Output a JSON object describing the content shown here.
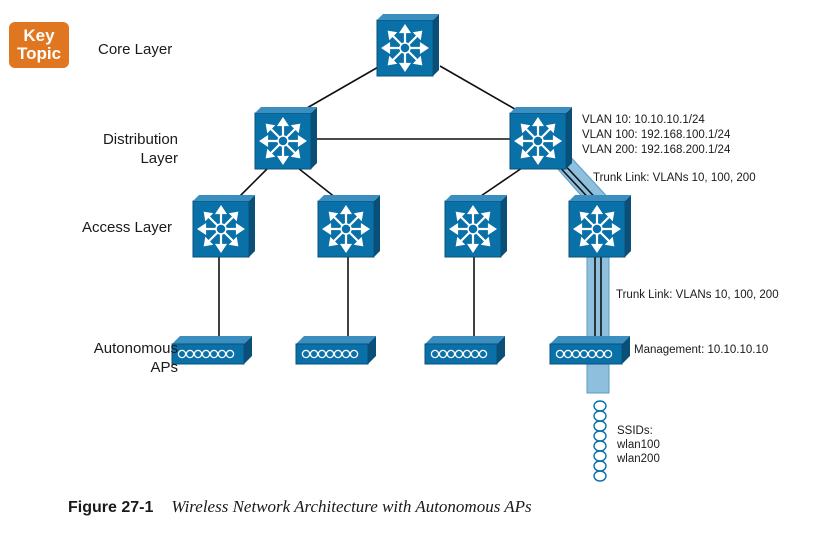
{
  "badge": {
    "line1": "Key",
    "line2": "Topic"
  },
  "layers": {
    "core": "Core Layer",
    "distribution_1": "Distribution",
    "distribution_2": "Layer",
    "access": "Access Layer",
    "aps_1": "Autonomous",
    "aps_2": "APs"
  },
  "annotations": {
    "vlan10": "VLAN 10: 10.10.10.1/24",
    "vlan100": "VLAN 100: 192.168.100.1/24",
    "vlan200": "VLAN 200: 192.168.200.1/24",
    "trunk_upper": "Trunk Link: VLANs 10, 100, 200",
    "trunk_lower": "Trunk Link: VLANs 10, 100, 200",
    "management": "Management: 10.10.10.10",
    "ssids": "SSIDs:",
    "ssid1": "wlan100",
    "ssid2": "wlan200"
  },
  "caption": {
    "figure": "Figure 27-1",
    "title": "Wireless Network Architecture with Autonomous APs"
  },
  "colors": {
    "switch_fill": "#0a70a8",
    "switch_dark": "#0a4f78",
    "trunk_highlight": "#8ec0dd",
    "badge": "#e0761f"
  }
}
